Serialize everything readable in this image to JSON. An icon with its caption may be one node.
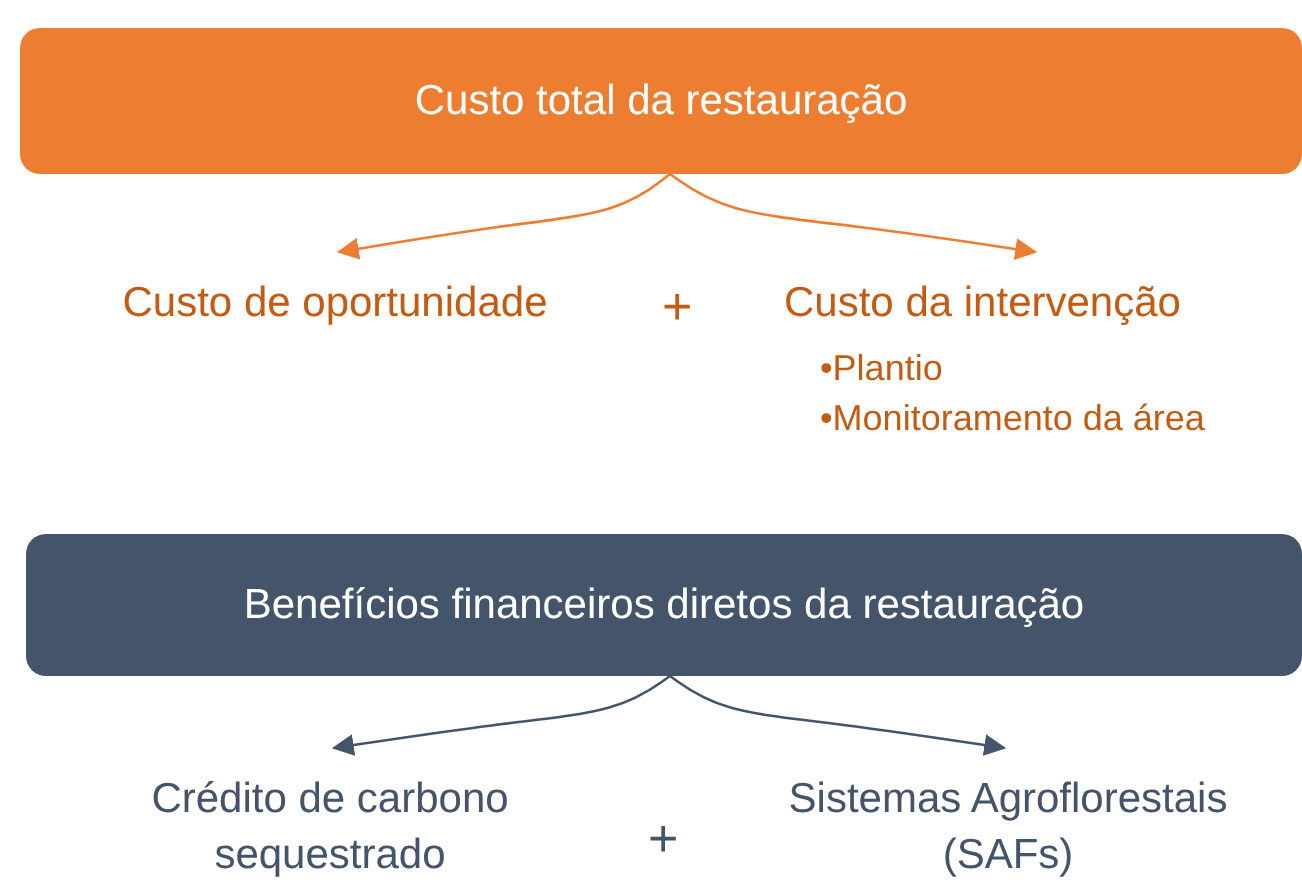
{
  "diagram": {
    "nodes": [
      {
        "text": [
          "Custo total da restauração"
        ]
      },
      {
        "text": [
          "Custo de oportunidade"
        ]
      },
      {
        "text": [
          "Custo da intervenção",
          "•Plantio",
          "•Monitoramento da área"
        ]
      },
      {
        "text": [
          "Benefícios financeiros diretos da restauração"
        ]
      },
      {
        "text": [
          "Crédito de carbono sequestrado"
        ]
      },
      {
        "text": [
          "Sistemas Agroflorestais (SAFs)"
        ]
      }
    ],
    "edges": [
      {
        "from": 0,
        "to": 1,
        "arrow": "to",
        "color": "#ed7d31"
      },
      {
        "from": 0,
        "to": 2,
        "arrow": "to",
        "color": "#ed7d31"
      },
      {
        "from": 3,
        "to": 4,
        "arrow": "to",
        "color": "#44546a"
      },
      {
        "from": 3,
        "to": 5,
        "arrow": "to",
        "color": "#44546a"
      }
    ],
    "labels": [
      "+",
      "+"
    ]
  }
}
